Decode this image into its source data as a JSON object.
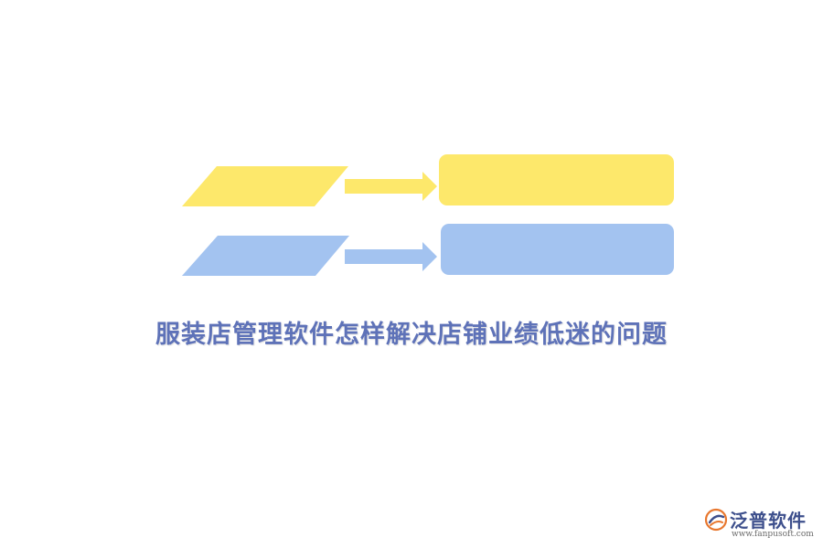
{
  "title": "服装店管理软件怎样解决店铺业绩低迷的问题",
  "colors": {
    "yellow": "#fde86b",
    "blue": "#a3c3f0",
    "title": "#5e72b8"
  },
  "diagram": {
    "rows": [
      {
        "color": "yellow",
        "parallelogram_text": "",
        "box_text": ""
      },
      {
        "color": "blue",
        "parallelogram_text": "",
        "box_text": ""
      }
    ]
  },
  "logo": {
    "name": "泛普软件",
    "url": "www.fanpusoft.com",
    "icon": "fanpu-logo-icon"
  }
}
